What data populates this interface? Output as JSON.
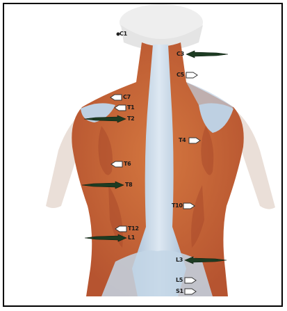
{
  "figure": {
    "colors": {
      "muscle": "#c8643a",
      "muscle_dark": "#9e4424",
      "tendon": "#b9cde0",
      "skin": "#f4d4c0",
      "marker_dark": "#1d3b22",
      "marker_light": "#ffffff"
    },
    "vertebra_markers": [
      {
        "label": "C1",
        "icon": "dot-marker"
      },
      {
        "label": "C3",
        "icon": "large-dark-arrow"
      },
      {
        "label": "C5",
        "icon": "small-white-arrow"
      },
      {
        "label": "C7",
        "icon": "small-white-arrow"
      },
      {
        "label": "T1",
        "icon": "small-white-arrow"
      },
      {
        "label": "T2",
        "icon": "large-dark-arrow"
      },
      {
        "label": "T4",
        "icon": "small-white-arrow"
      },
      {
        "label": "T6",
        "icon": "small-white-arrow"
      },
      {
        "label": "T8",
        "icon": "large-dark-arrow"
      },
      {
        "label": "T10",
        "icon": "small-white-arrow"
      },
      {
        "label": "T12",
        "icon": "small-white-arrow"
      },
      {
        "label": "L1",
        "icon": "large-dark-arrow"
      },
      {
        "label": "L3",
        "icon": "large-dark-arrow"
      },
      {
        "label": "L5",
        "icon": "small-white-arrow"
      },
      {
        "label": "S1",
        "icon": "small-white-arrow"
      }
    ]
  }
}
